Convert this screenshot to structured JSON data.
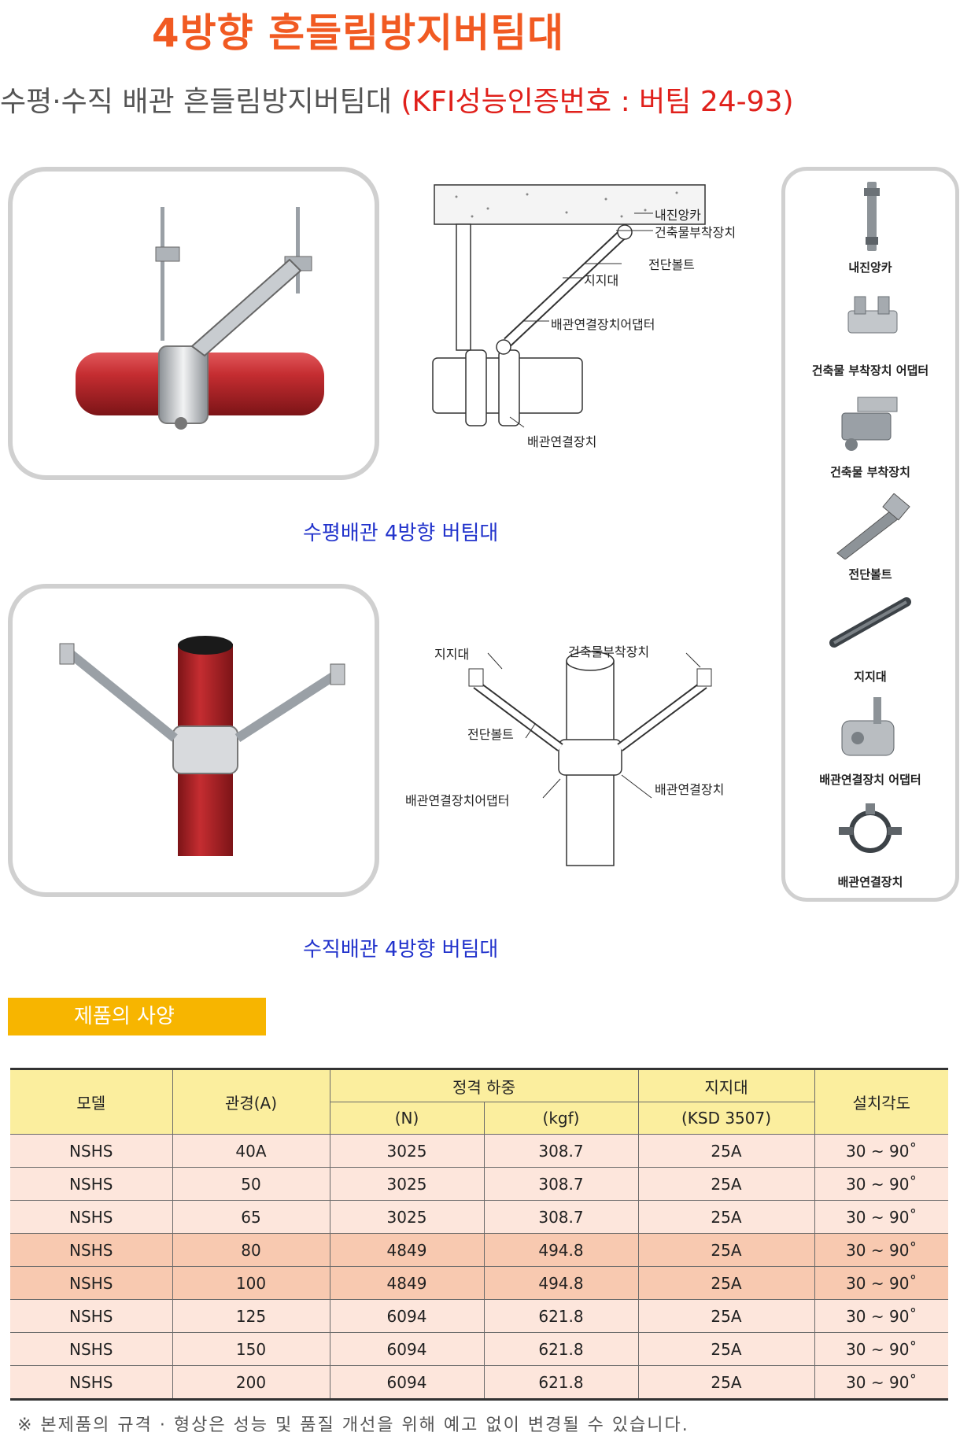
{
  "title": "4방향 흔들림방지버팀대",
  "subtitle": {
    "main": "수평·수직 배관 흔들림방지버팀대 ",
    "certification": "(KFI성능인증번호 : 버팀 24-93)"
  },
  "horizontal": {
    "caption": "수평배관 4방향 버팀대",
    "labels": {
      "anchor": "내진앙카",
      "attach": "건축물부착장치",
      "shear_bolt": "전단볼트",
      "brace": "지지대",
      "adapter": "배관연결장치어댑터",
      "pipe_conn": "배관연결장치"
    }
  },
  "vertical": {
    "caption": "수직배관 4방향 버팀대",
    "labels": {
      "brace": "지지대",
      "attach": "건축물부착장치",
      "shear_bolt": "전단볼트",
      "pipe_conn": "배관연결장치",
      "adapter": "배관연결장치어댑터"
    }
  },
  "parts": [
    {
      "label": "내진앙카",
      "icon": "anchor-bolt-icon"
    },
    {
      "label": "건축물 부착장치 어댑터",
      "icon": "attachment-adapter-icon"
    },
    {
      "label": "건축물 부착장치",
      "icon": "attachment-device-icon"
    },
    {
      "label": "전단볼트",
      "icon": "shear-bolt-icon"
    },
    {
      "label": "지지대",
      "icon": "brace-rod-icon"
    },
    {
      "label": "배관연결장치 어댑터",
      "icon": "pipe-adapter-icon"
    },
    {
      "label": "배관연결장치",
      "icon": "pipe-clamp-icon"
    }
  ],
  "spec": {
    "header": "제품의 사양",
    "columns": {
      "model": "모델",
      "diameter": "관경(A)",
      "rated_load": "정격 하중",
      "n": "(N)",
      "kgf": "(kgf)",
      "brace": "지지대",
      "ksd": "(KSD 3507)",
      "angle": "설치각도"
    },
    "rows": [
      [
        "NSHS",
        "40A",
        "3025",
        "308.7",
        "25A",
        "30 ~ 90˚"
      ],
      [
        "NSHS",
        "50",
        "3025",
        "308.7",
        "25A",
        "30 ~ 90˚"
      ],
      [
        "NSHS",
        "65",
        "3025",
        "308.7",
        "25A",
        "30 ~ 90˚"
      ],
      [
        "NSHS",
        "80",
        "4849",
        "494.8",
        "25A",
        "30 ~ 90˚"
      ],
      [
        "NSHS",
        "100",
        "4849",
        "494.8",
        "25A",
        "30 ~ 90˚"
      ],
      [
        "NSHS",
        "125",
        "6094",
        "621.8",
        "25A",
        "30 ~ 90˚"
      ],
      [
        "NSHS",
        "150",
        "6094",
        "621.8",
        "25A",
        "30 ~ 90˚"
      ],
      [
        "NSHS",
        "200",
        "6094",
        "621.8",
        "25A",
        "30 ~ 90˚"
      ]
    ],
    "highlight_rows": [
      3,
      4
    ]
  },
  "footnote": "※ 본제품의 규격 · 형상은 성능 및 품질 개선을 위해 예고 없이 변경될 수 있습니다.",
  "colors": {
    "title": "#f15a22",
    "certification": "#e0201b",
    "caption": "#2233cc",
    "spec_header_bg": "#f7b500",
    "table_head_bg": "#fbee9e",
    "table_row_bg": "#fde6dc",
    "table_row_highlight": "#f8c9b0",
    "pipe_red": "#b8262b"
  }
}
